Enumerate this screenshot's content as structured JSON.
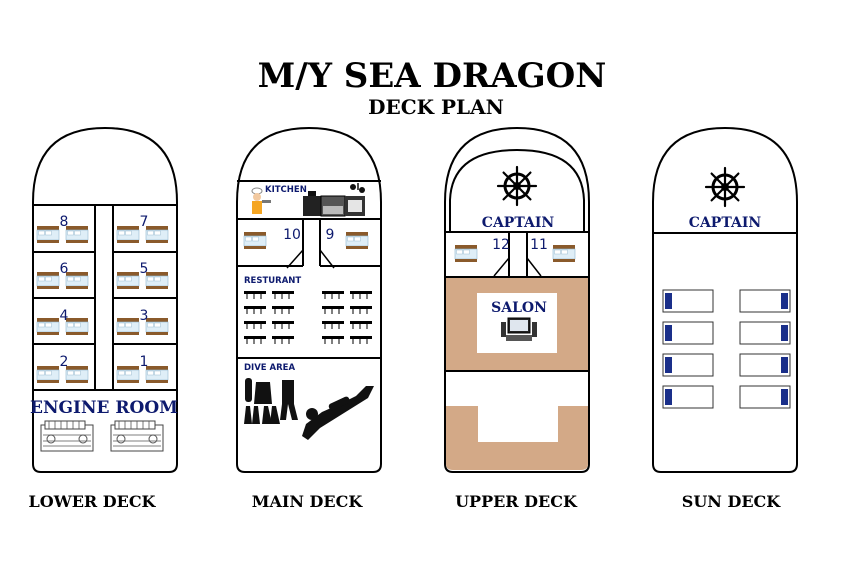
{
  "title": "M/Y SEA DRAGON",
  "subtitle": "DECK PLAN",
  "colors": {
    "room_label": "#0d1a6e",
    "salon_fill": "#d3a987",
    "sun_bed": "#1a2f8a"
  },
  "decks": {
    "lower": {
      "label": "LOWER DECK",
      "cabins": [
        "8",
        "7",
        "6",
        "5",
        "4",
        "3",
        "2",
        "1"
      ],
      "engine_room": "ENGINE ROOM"
    },
    "main": {
      "label": "MAIN DECK",
      "kitchen": "KITCHEN",
      "cabins": [
        "10",
        "9"
      ],
      "restaurant": "RESTURANT",
      "dive_area": "DIVE AREA"
    },
    "upper": {
      "label": "UPPER DECK",
      "captain": "CAPTAIN",
      "cabins": [
        "12",
        "11"
      ],
      "salon": "SALON"
    },
    "sun": {
      "label": "SUN DECK",
      "captain": "CAPTAIN"
    }
  }
}
